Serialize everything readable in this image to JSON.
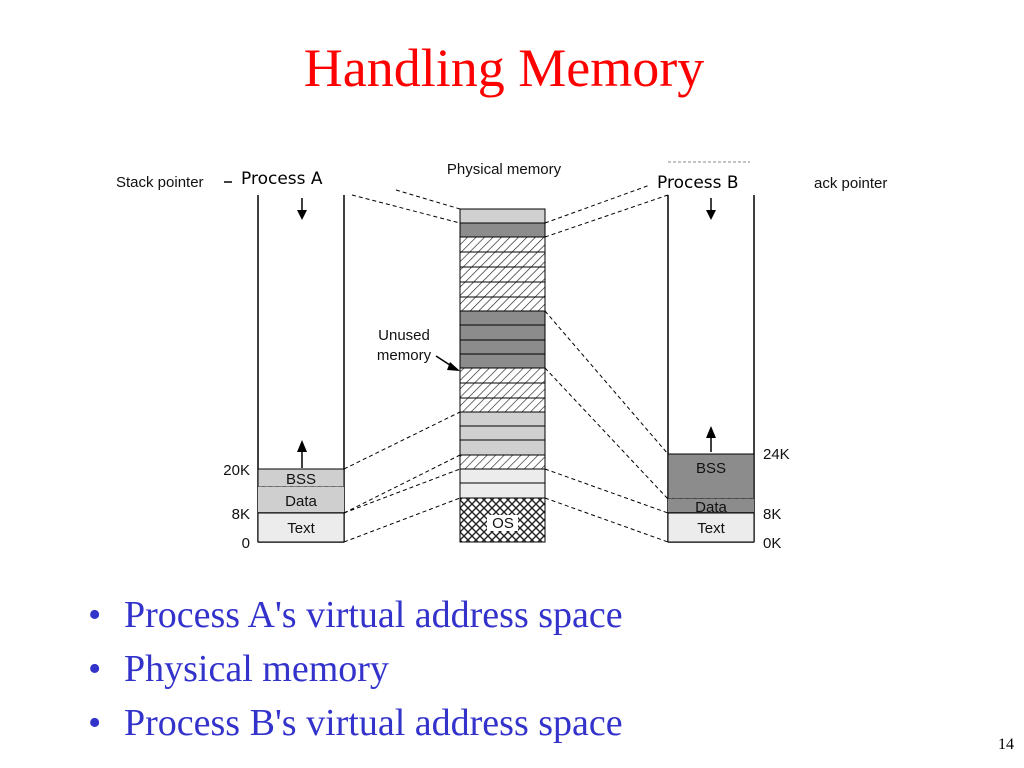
{
  "slide": {
    "title": "Handling Memory",
    "page_number": "14"
  },
  "diagram": {
    "process_a": {
      "label": "Process A",
      "stack_pointer": "Stack pointer",
      "segments": {
        "bss": "BSS",
        "data": "Data",
        "text": "Text"
      },
      "addresses": {
        "a20k": "20K",
        "a8k": "8K",
        "a0": "0"
      }
    },
    "physical_memory": {
      "label": "Physical memory",
      "unused_line1": "Unused",
      "unused_line2": "memory",
      "os": "OS"
    },
    "process_b": {
      "label": "Process B",
      "stack_pointer": "ack pointer",
      "segments": {
        "bss": "BSS",
        "data": "Data",
        "text": "Text"
      },
      "addresses": {
        "a24k": "24K",
        "a8k": "8K",
        "a0k": "0K"
      }
    }
  },
  "bullets": [
    "Process A's virtual address space",
    "Physical memory",
    "Process B's virtual address space"
  ],
  "colors": {
    "title": "#ff0000",
    "bullets": "#3333cc",
    "light_gray": "#d0d0d0",
    "dark_gray": "#8c8c8c",
    "text_segment": "#e8e8e8"
  }
}
